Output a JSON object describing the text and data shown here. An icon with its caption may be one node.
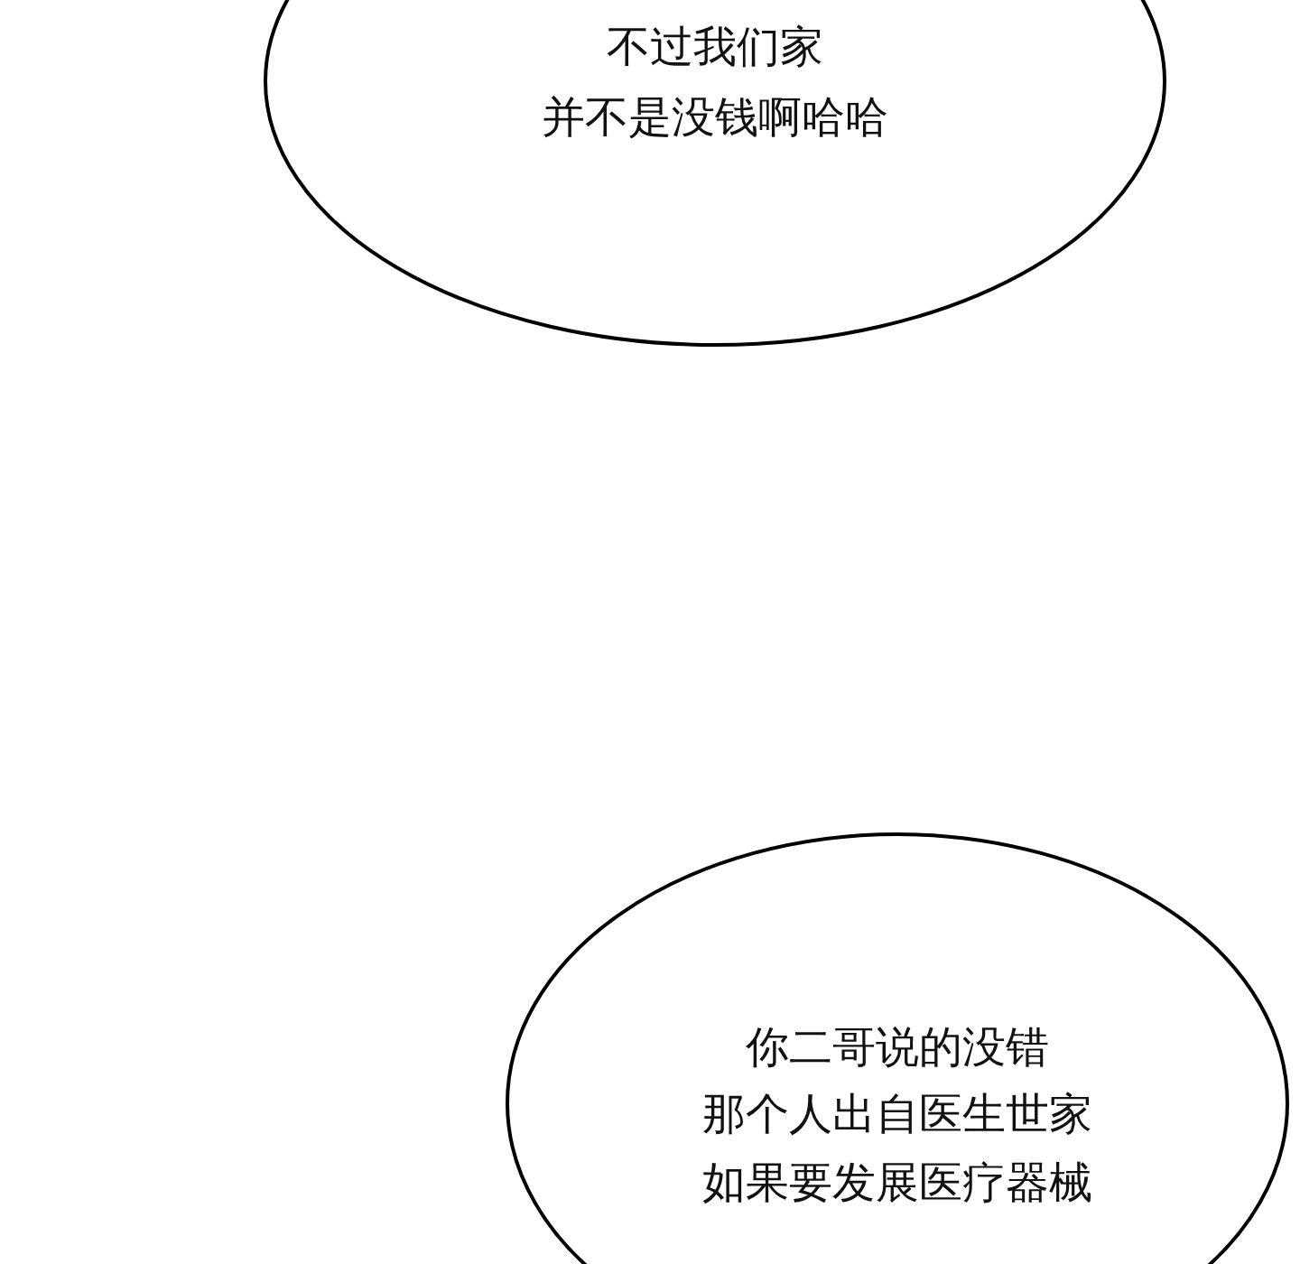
{
  "diagram": {
    "nodes": [
      {
        "text": [
          "不过我们家",
          "并不是没钱啊哈哈"
        ]
      },
      {
        "text": [
          "你二哥说的没错",
          "那个人出自医生世家",
          "如果要发展医疗器械"
        ]
      }
    ]
  }
}
